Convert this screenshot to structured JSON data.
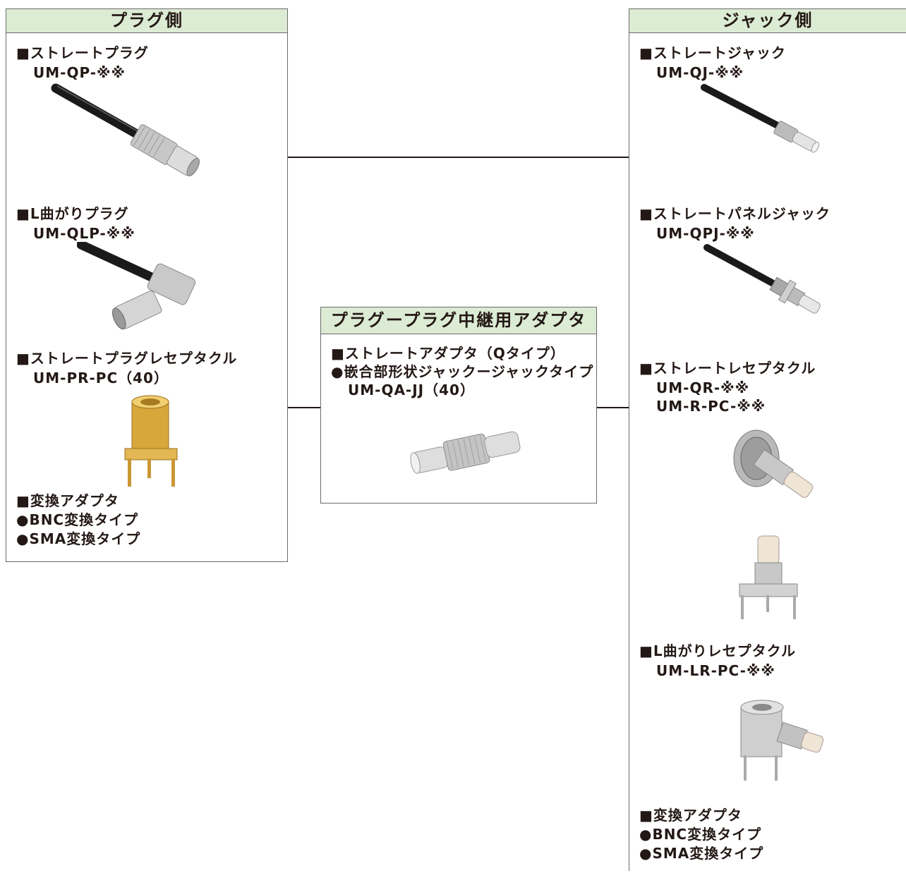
{
  "plug_side": {
    "title": "プラグ側",
    "items": [
      {
        "name": "■ストレートプラグ",
        "code": "UM-QP-※※"
      },
      {
        "name": "■L曲がりプラグ",
        "code": "UM-QLP-※※"
      },
      {
        "name": "■ストレートプラグレセプタクル",
        "code": "UM-PR-PC（40）"
      },
      {
        "name": "■変換アダプタ",
        "sub1": "●BNC変換タイプ",
        "sub2": "●SMA変換タイプ"
      }
    ]
  },
  "adapter": {
    "title": "プラグープラグ中継用アダプタ",
    "line1": "■ストレートアダプタ（Qタイプ）",
    "line2": "●嵌合部形状ジャックージャックタイプ",
    "line3": "UM-QA-JJ（40）"
  },
  "jack_side": {
    "title": "ジャック側",
    "items": [
      {
        "name": "■ストレートジャック",
        "code": "UM-QJ-※※"
      },
      {
        "name": "■ストレートパネルジャック",
        "code": "UM-QPJ-※※"
      },
      {
        "name": "■ストレートレセプタクル",
        "code": "UM-QR-※※",
        "code2": "UM-R-PC-※※"
      },
      {
        "name": "■L曲がりレセプタクル",
        "code": "UM-LR-PC-※※"
      },
      {
        "name": "■変換アダプタ",
        "sub1": "●BNC変換タイプ",
        "sub2": "●SMA変換タイプ"
      }
    ]
  },
  "colors": {
    "header_bg": "#dcebd3",
    "border": "#6b6b6b",
    "text": "#231815"
  }
}
